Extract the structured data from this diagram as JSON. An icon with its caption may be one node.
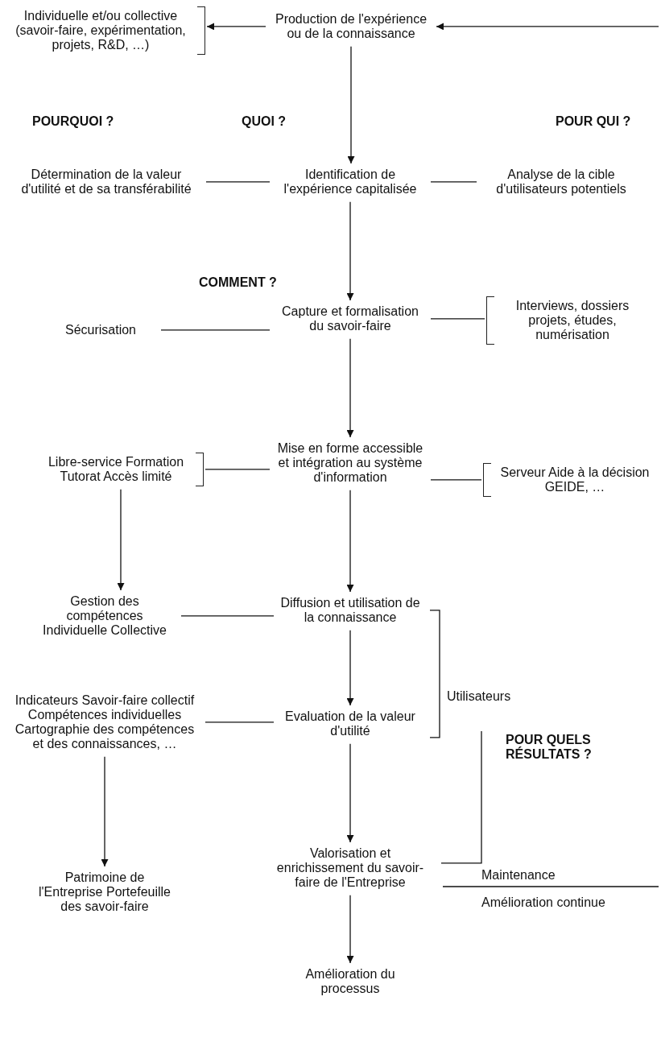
{
  "diagram": {
    "nodes": [
      {
        "text": [
          "Individuelle et/ou collective (savoir-faire, expérimentation, projets, R&D, …)"
        ]
      },
      {
        "text": [
          "Production de l'expérience ou de la connaissance"
        ]
      },
      {
        "text": [
          "Détermination de la valeur d'utilité et de sa transférabilité"
        ]
      },
      {
        "text": [
          "Identification de l'expérience capitalisée"
        ]
      },
      {
        "text": [
          "Analyse de la cible d'utilisateurs potentiels"
        ]
      },
      {
        "text": [
          "Sécurisation"
        ]
      },
      {
        "text": [
          "Capture et formalisation du savoir-faire"
        ]
      },
      {
        "text": [
          "Interviews, dossiers projets, études, numérisation"
        ]
      },
      {
        "text": [
          "Libre-service Formation Tutorat Accès limité"
        ]
      },
      {
        "text": [
          "Mise en forme accessible et intégration au système d'information"
        ]
      },
      {
        "text": [
          "Serveur Aide à la décision GEIDE, …"
        ]
      },
      {
        "text": [
          "Gestion des compétences Individuelle Collective"
        ]
      },
      {
        "text": [
          "Diffusion et utilisation de la connaissance"
        ]
      },
      {
        "text": [
          "Indicateurs Savoir-faire collectif Compétences individuelles Cartographie des compétences et des connaissances, …"
        ]
      },
      {
        "text": [
          "Evaluation de la valeur d'utilité"
        ]
      },
      {
        "text": [
          "Patrimoine de l'Entreprise Portefeuille des savoir-faire"
        ]
      },
      {
        "text": [
          "Valorisation et enrichissement du savoir-faire de l'Entreprise"
        ]
      },
      {
        "text": [
          "Amélioration du processus"
        ]
      }
    ],
    "edges": [
      {
        "from": 1,
        "to": 0,
        "arrow": "to"
      },
      {
        "from": null,
        "to": 1,
        "arrow": "to"
      },
      {
        "from": 1,
        "to": 3,
        "arrow": "to"
      },
      {
        "from": 2,
        "to": 3,
        "arrow": "none"
      },
      {
        "from": 3,
        "to": 4,
        "arrow": "none"
      },
      {
        "from": 3,
        "to": 6,
        "arrow": "to"
      },
      {
        "from": 5,
        "to": 6,
        "arrow": "none"
      },
      {
        "from": 6,
        "to": 7,
        "arrow": "none"
      },
      {
        "from": 6,
        "to": 9,
        "arrow": "to"
      },
      {
        "from": 8,
        "to": 9,
        "arrow": "none"
      },
      {
        "from": 9,
        "to": 10,
        "arrow": "none"
      },
      {
        "from": 8,
        "to": 11,
        "arrow": "to"
      },
      {
        "from": 9,
        "to": 12,
        "arrow": "to"
      },
      {
        "from": 11,
        "to": 12,
        "arrow": "none"
      },
      {
        "from": 12,
        "to": 14,
        "arrow": "to"
      },
      {
        "from": 13,
        "to": 14,
        "arrow": "none"
      },
      {
        "from": 13,
        "to": 15,
        "arrow": "to"
      },
      {
        "from": 14,
        "to": 16,
        "arrow": "to"
      },
      {
        "from": 16,
        "to": 17,
        "arrow": "to"
      }
    ],
    "labels": [
      "POURQUOI ?",
      "QUOI ?",
      "POUR QUI ?",
      "COMMENT ?",
      "Utilisateurs",
      "POUR QUELS RÉSULTATS ?",
      "Maintenance",
      "Amélioration continue"
    ]
  }
}
